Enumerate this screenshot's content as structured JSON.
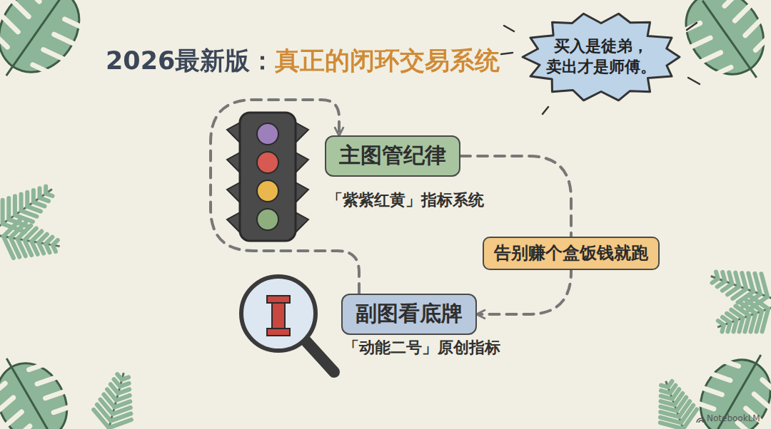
{
  "diagram": {
    "title": "2026最新版：真正的闭环交易系统",
    "nodes": [
      {
        "text": [
          "买入是徒弟， 卖出才是师傅。"
        ]
      },
      {
        "text": [
          "主图管纪律"
        ]
      },
      {
        "text": [
          "副图看底牌"
        ]
      }
    ],
    "edges": [
      {
        "from": 1,
        "to": 2,
        "arrow": "to",
        "label": "告别赚个盒饭钱就跑"
      },
      {
        "from": 2,
        "to": 1,
        "arrow": "to"
      }
    ],
    "labels": [
      "「紫紫红黄」指标系统",
      "「动能二号」原创指标",
      "NotebookLM"
    ]
  }
}
